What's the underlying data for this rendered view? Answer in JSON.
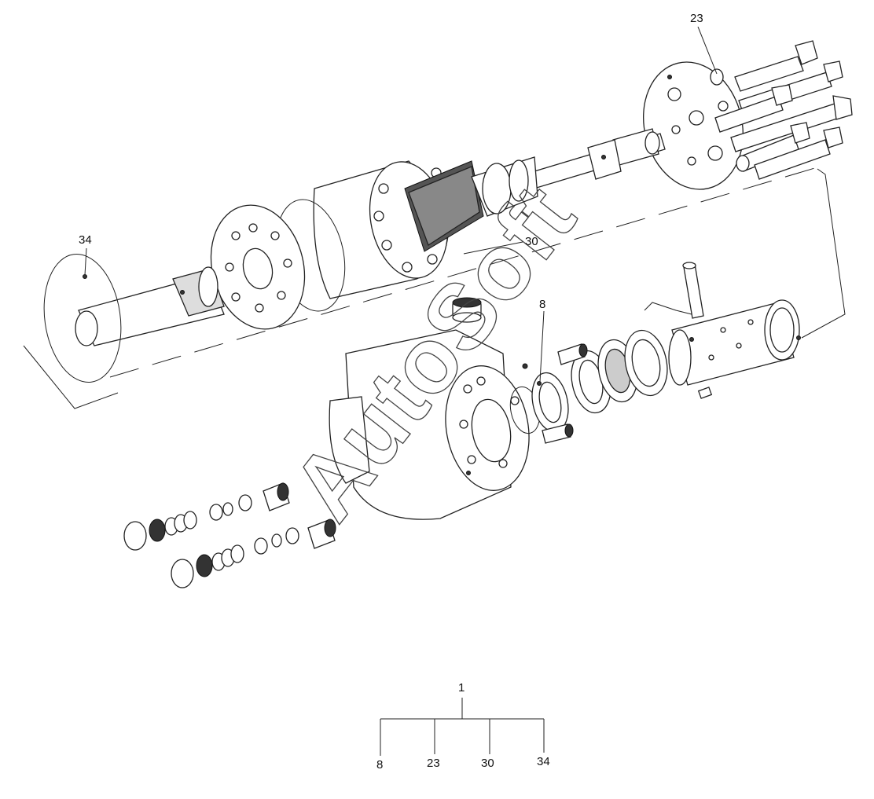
{
  "callouts": {
    "c23": "23",
    "c34": "34",
    "c30": "30",
    "c8": "8"
  },
  "tree": {
    "root": "1",
    "children": [
      "8",
      "23",
      "30",
      "34"
    ]
  },
  "watermark": "AutoSoft"
}
